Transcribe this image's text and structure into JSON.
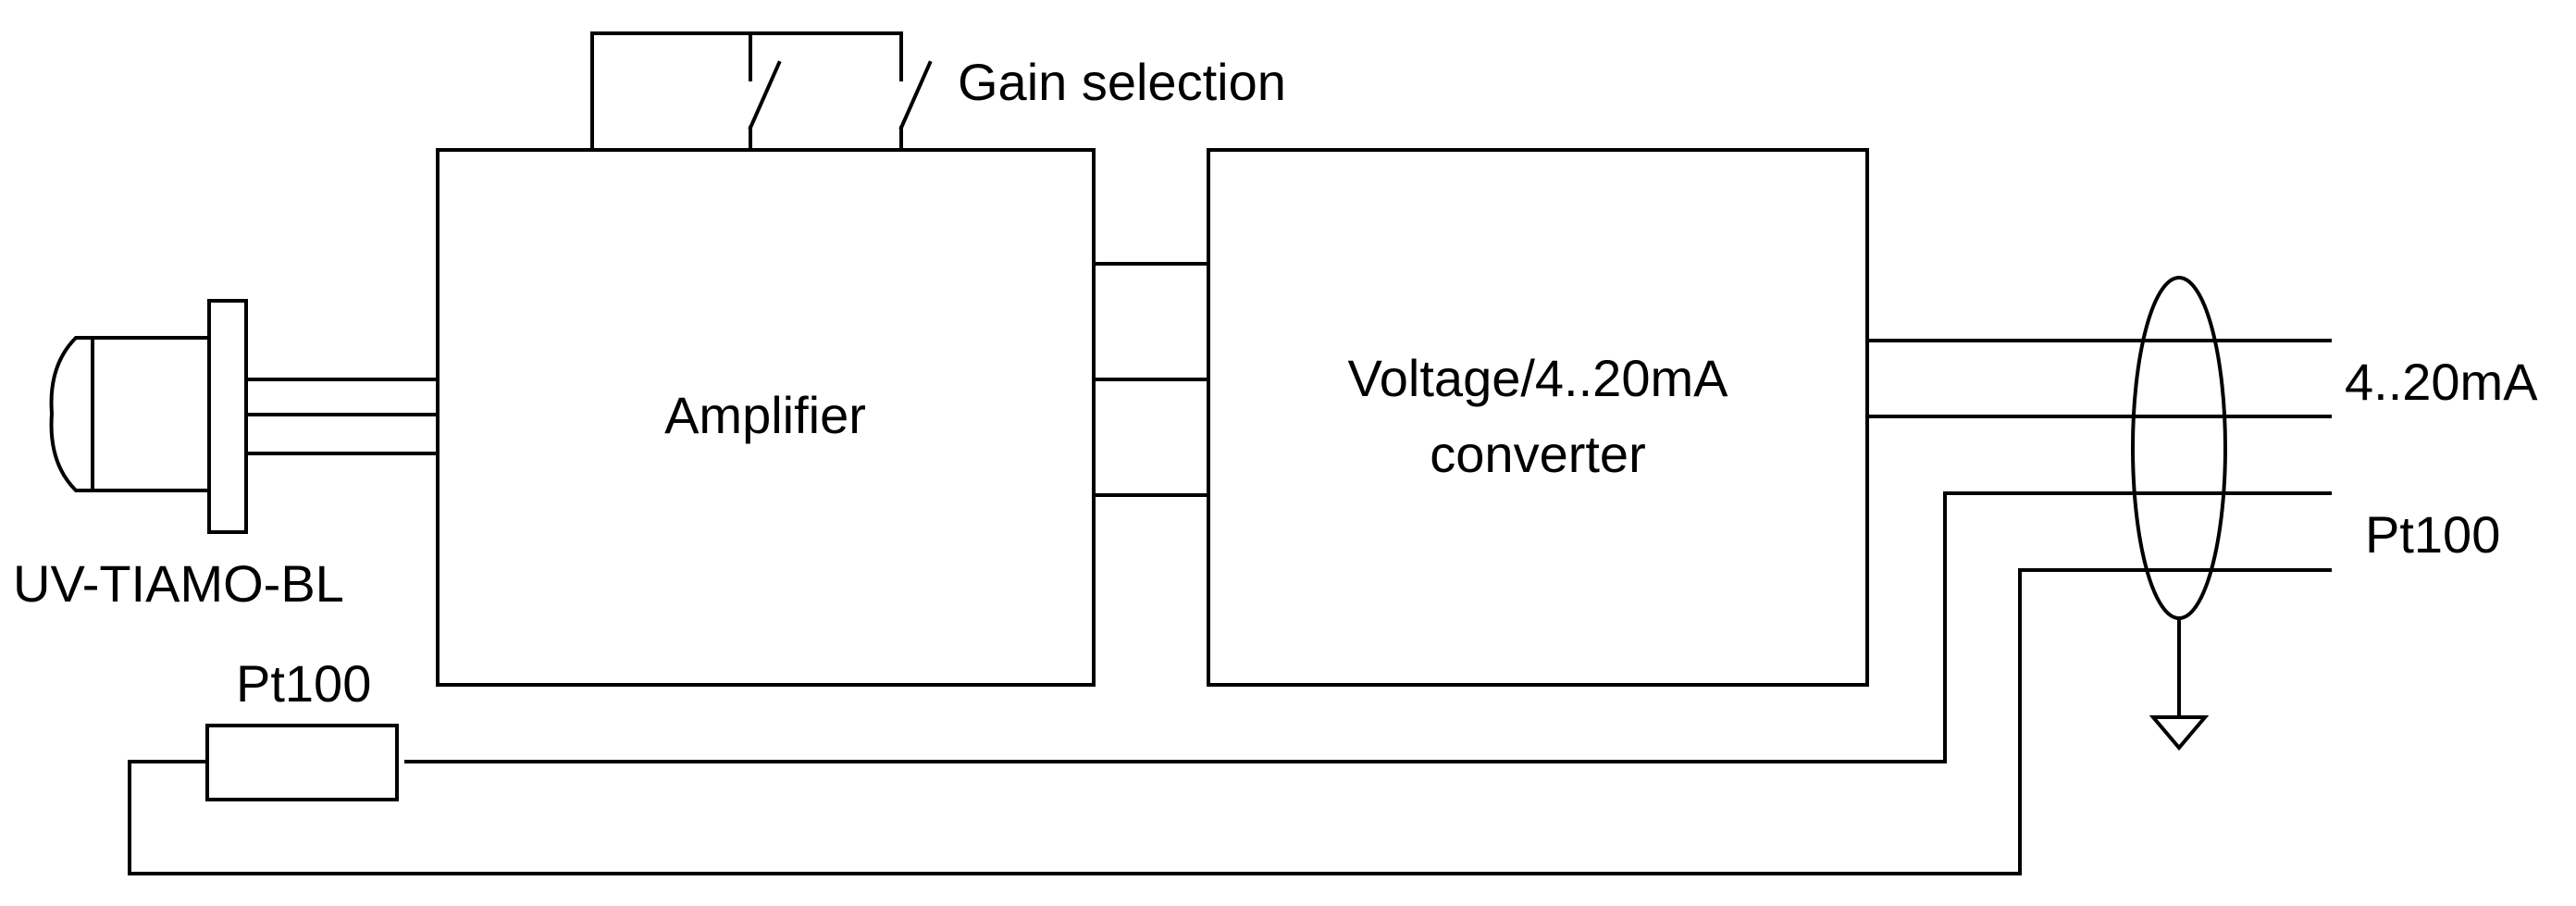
{
  "diagram": {
    "colors": {
      "stroke": "#000000",
      "background": "#ffffff",
      "text": "#000000"
    },
    "labels": {
      "gain_selection": "Gain selection",
      "amplifier": "Amplifier",
      "converter_line1": "Voltage/4..20mA",
      "converter_line2": "converter",
      "sensor": "UV-TIAMO-BL",
      "output_current": "4..20mA",
      "output_pt100": "Pt100",
      "resistor_pt100": "Pt100"
    }
  }
}
